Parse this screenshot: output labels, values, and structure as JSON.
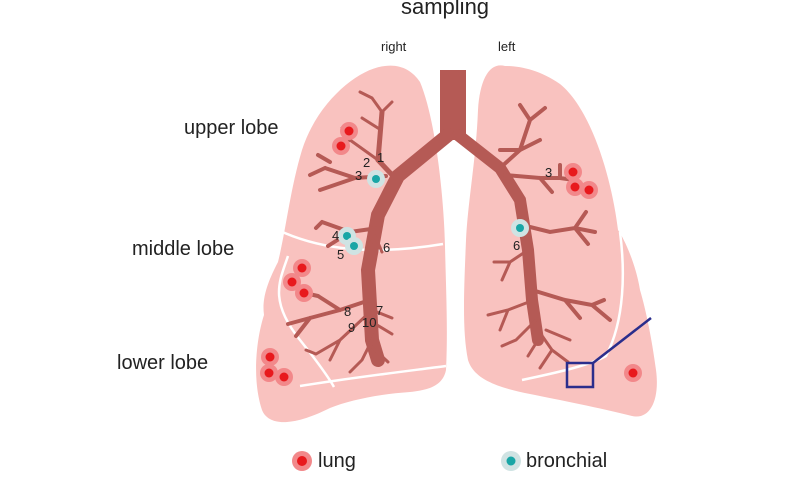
{
  "title": "sampling",
  "sides": {
    "right": "right",
    "left": "left"
  },
  "lobes": {
    "upper": "upper lobe",
    "middle": "middle lobe",
    "lower": "lower lobe"
  },
  "segments": {
    "r1": "1",
    "r2": "2",
    "r3": "3",
    "r4": "4",
    "r5": "5",
    "r6": "6",
    "r7": "7",
    "r8": "8",
    "r9": "9",
    "r10": "10",
    "l3": "3",
    "l6": "6"
  },
  "legend": {
    "lung": "lung",
    "bronchial": "bronchial"
  },
  "colors": {
    "lung_fill": "#f9c2bf",
    "bronchus": "#b55a55",
    "fissure": "#ffffff",
    "lung_marker": "#e8191d",
    "lung_marker_halo": "#f2888a",
    "bronchial_marker": "#19a6a6",
    "bronchial_marker_halo": "#cfe3e3",
    "inset": "#2b2e8c"
  }
}
